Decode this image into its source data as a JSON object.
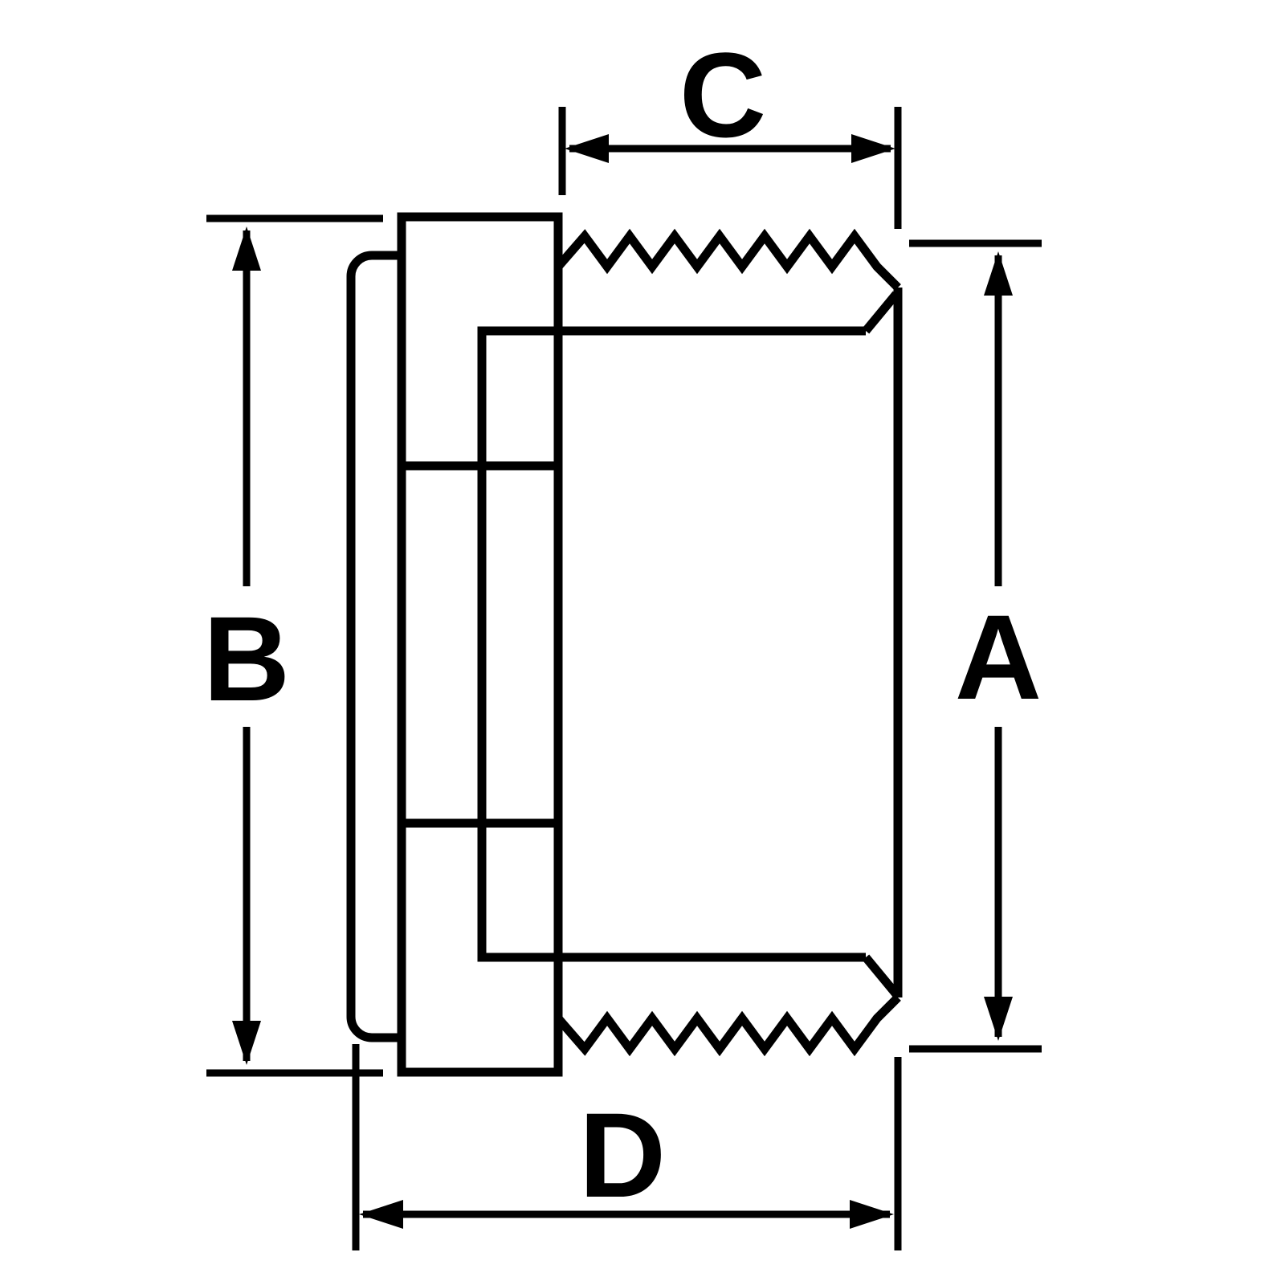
{
  "drawing": {
    "background": "#ffffff",
    "line_color": "#000000",
    "labels": {
      "a": "A",
      "b": "B",
      "c": "C",
      "d": "D"
    }
  }
}
